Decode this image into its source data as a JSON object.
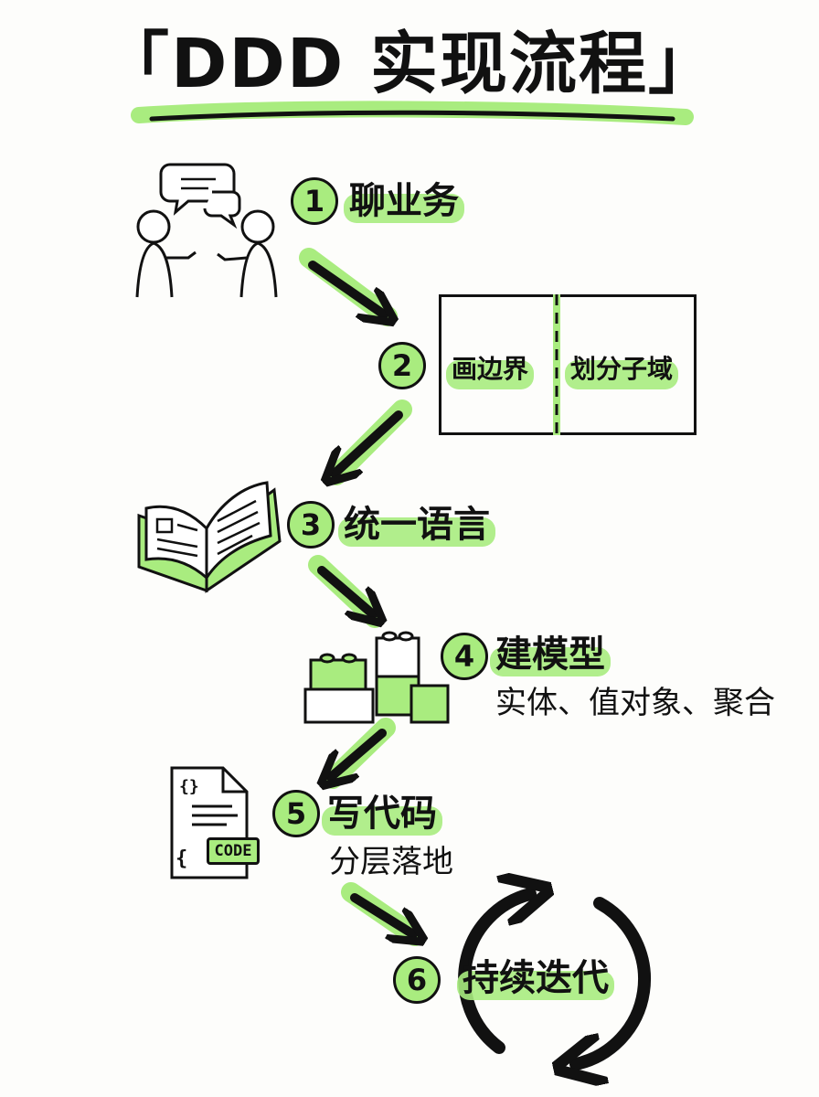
{
  "title": "「DDD 实现流程」",
  "accent_color": "#a9ec7f",
  "ink_color": "#111111",
  "steps": [
    {
      "number": "1",
      "label": "聊业务",
      "icon": "people-talking-icon"
    },
    {
      "number": "2",
      "label": "画边界",
      "label2": "划分子域",
      "icon": "boundary-box-icon"
    },
    {
      "number": "3",
      "label": "统一语言",
      "icon": "open-book-icon"
    },
    {
      "number": "4",
      "label": "建模型",
      "sub": "实体、值对象、聚合",
      "icon": "building-blocks-icon"
    },
    {
      "number": "5",
      "label": "写代码",
      "sub": "分层落地",
      "icon": "code-file-icon",
      "badge": "CODE"
    },
    {
      "number": "6",
      "label": "持续迭代",
      "icon": "cycle-arrows-icon"
    }
  ]
}
